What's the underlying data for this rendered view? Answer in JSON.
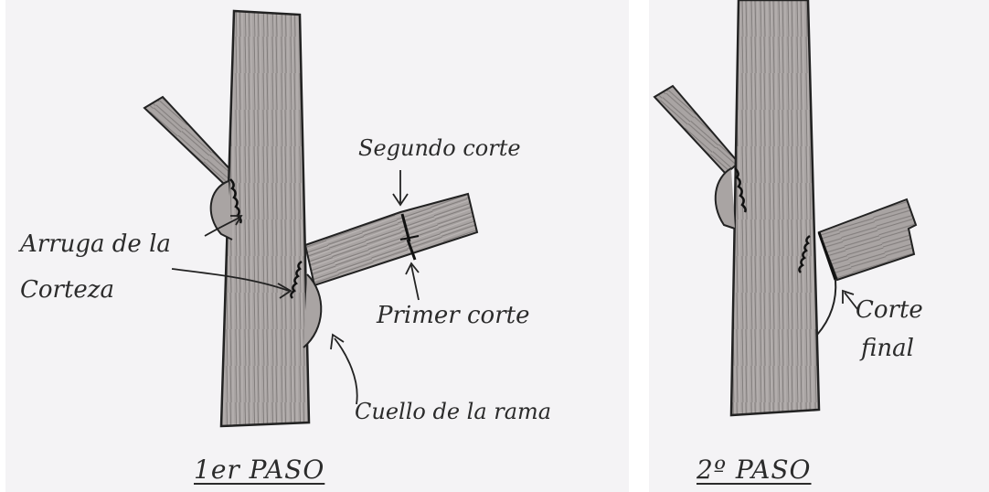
{
  "step1": {
    "title": "1er PASO",
    "labels": {
      "segundo_corte": "Segundo corte",
      "arruga_line1": "Arruga de la",
      "arruga_line2": "Corteza",
      "primer_corte": "Primer corte",
      "cuello": "Cuello de la rama"
    }
  },
  "step2": {
    "title": "2º PASO",
    "labels": {
      "corte_line1": "Corte",
      "corte_line2": "final"
    }
  },
  "colors": {
    "paper": "#f4f3f5",
    "ink": "#2b2b2b",
    "bark": "#a39e9d"
  }
}
